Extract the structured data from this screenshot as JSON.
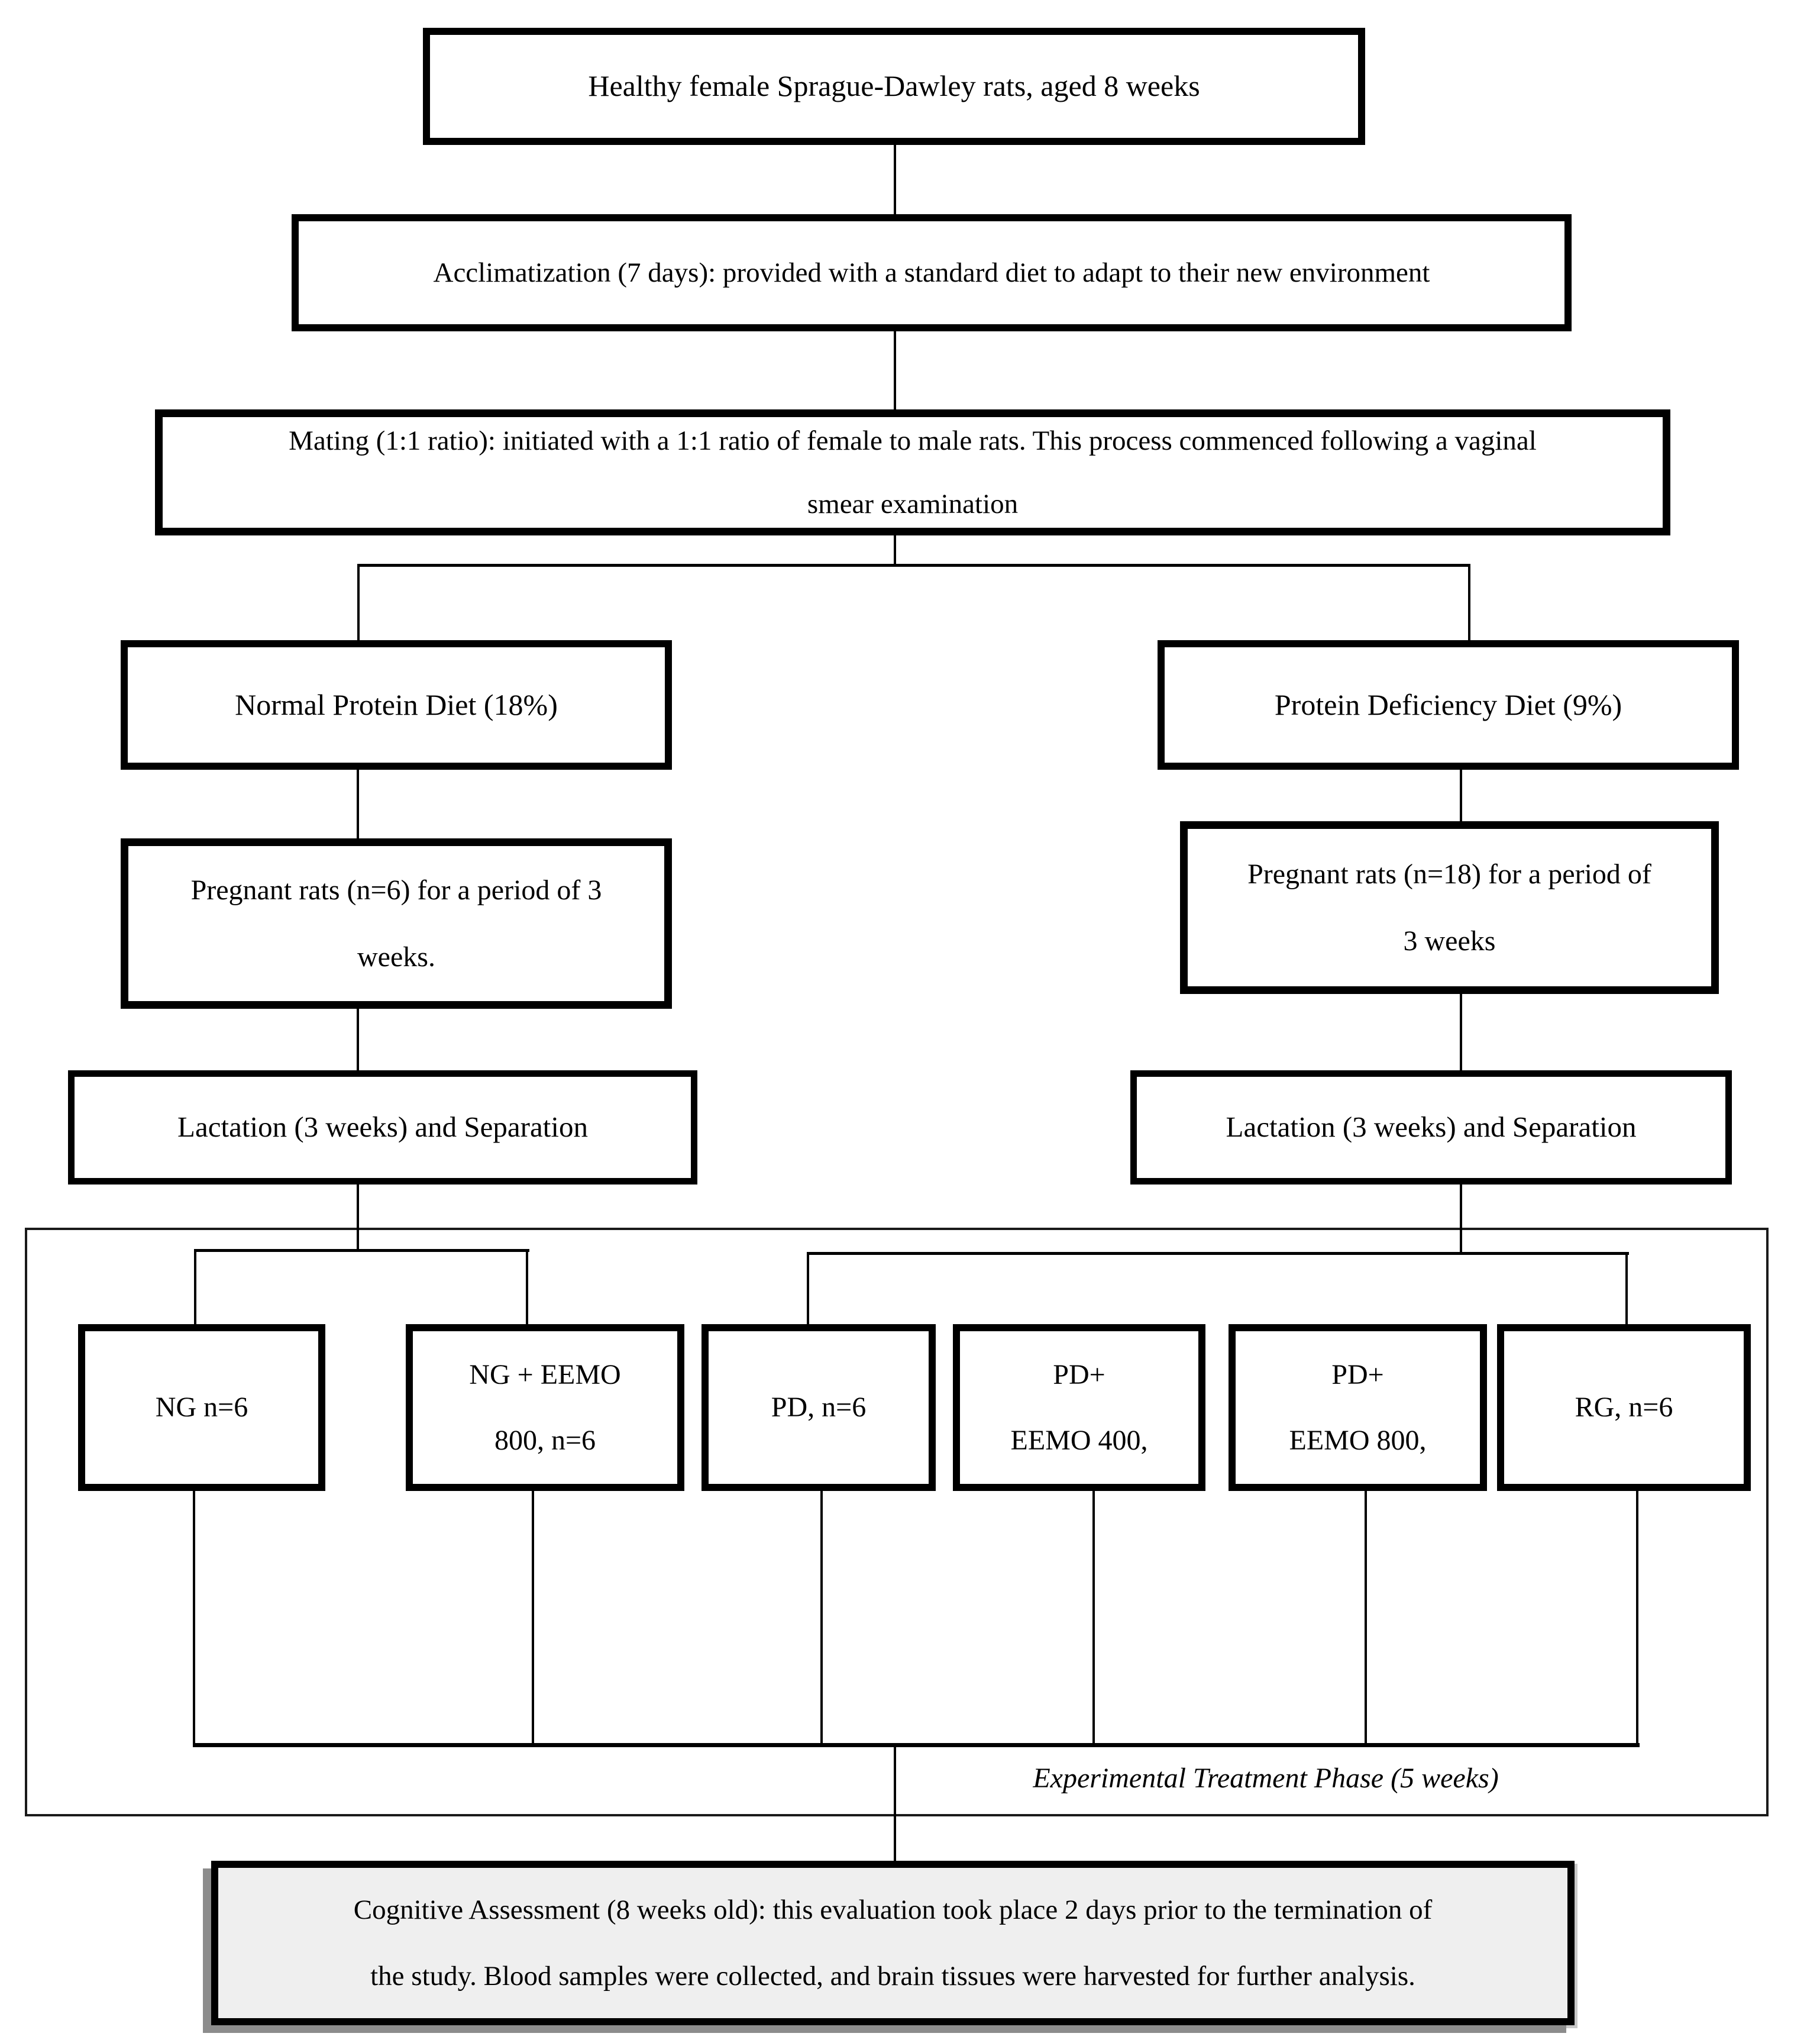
{
  "diagram": {
    "title_semantic": "Animal study design flowchart",
    "background_color": "#ffffff",
    "line_color": "#000000",
    "boxes": {
      "healthy": {
        "text": "Healthy female Sprague-Dawley rats, aged 8 weeks"
      },
      "acclimatization": {
        "text": "Acclimatization (7 days): provided with a standard diet to adapt to their new environment"
      },
      "mating": {
        "lines": [
          "Mating (1:1 ratio): initiated with a 1:1 ratio of female to male rats. This process commenced following a vaginal",
          "smear examination"
        ]
      },
      "normal_protein_diet": {
        "text": "Normal Protein Diet (18%)"
      },
      "protein_deficiency_diet": {
        "text": "Protein Deficiency Diet (9%)"
      },
      "pregnant_left": {
        "lines": [
          "Pregnant rats (n=6) for a period of 3",
          "weeks."
        ]
      },
      "pregnant_right": {
        "lines": [
          "Pregnant rats (n=18) for a period of",
          "3 weeks"
        ]
      },
      "lactation_left": {
        "text": "Lactation (3 weeks) and Separation"
      },
      "lactation_right": {
        "text": "Lactation (3 weeks) and Separation"
      },
      "group_ng": {
        "text": "NG n=6"
      },
      "group_ng_eemo": {
        "lines": [
          "NG + EEMO",
          "800, n=6"
        ]
      },
      "group_pd": {
        "text": "PD, n=6"
      },
      "group_pd_eemo400": {
        "lines": [
          "PD+",
          "EEMO 400,"
        ]
      },
      "group_pd_eemo800": {
        "lines": [
          "PD+",
          "EEMO 800,"
        ]
      },
      "group_rg": {
        "text": "RG, n=6"
      },
      "cognitive": {
        "fill_color": "#efefef",
        "shadow_color": "#8c8c8c",
        "lines": [
          "Cognitive Assessment (8 weeks old): this evaluation took place 2 days prior to the termination of",
          "the study. Blood samples were collected, and brain tissues were harvested for further analysis."
        ]
      }
    },
    "labels": {
      "treatment_phase": "Experimental Treatment Phase (5 weeks)"
    }
  }
}
